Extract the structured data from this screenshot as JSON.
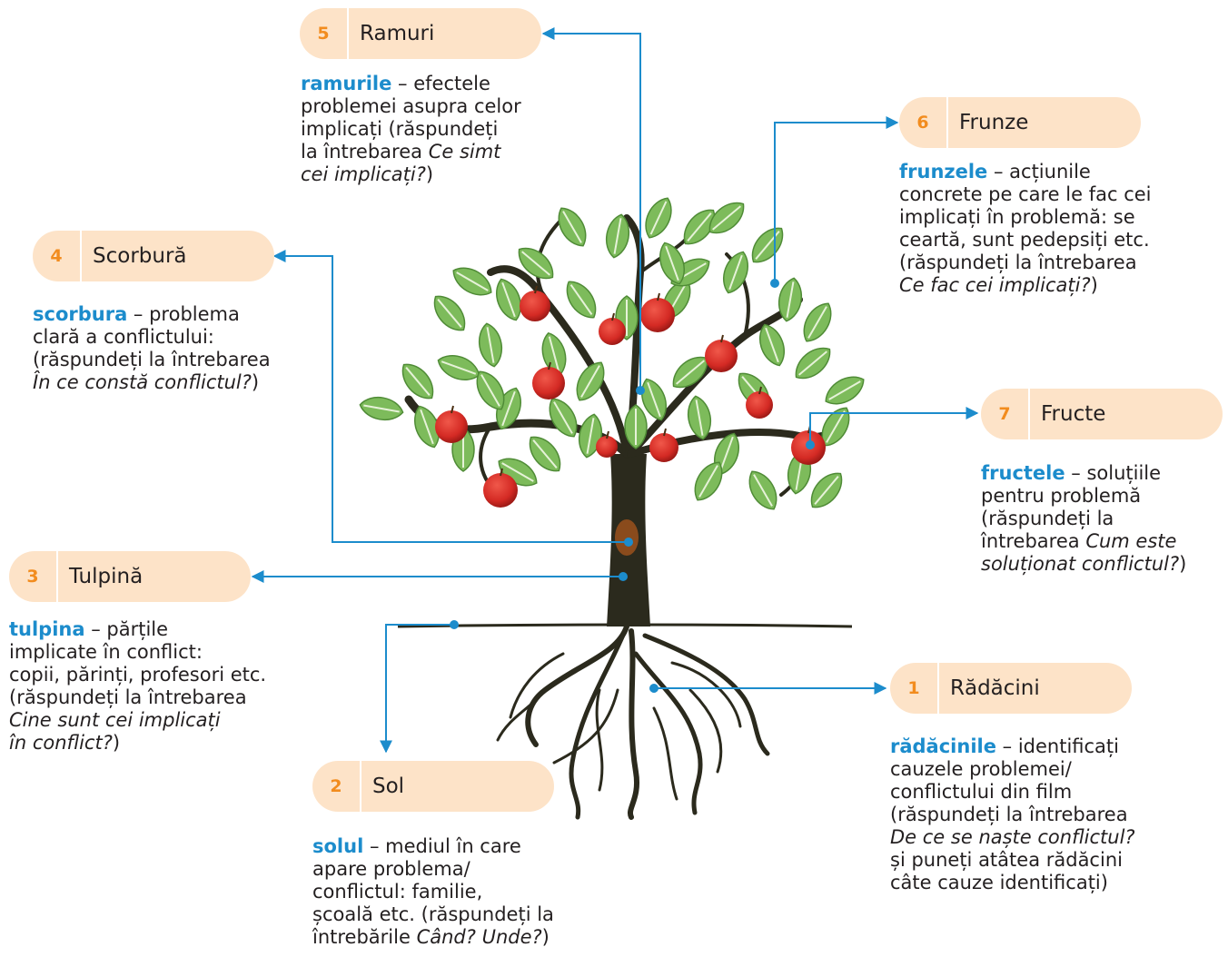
{
  "colors": {
    "pill_bg": "#fde3c8",
    "number": "#f28c1e",
    "keyword": "#1c8ccc",
    "leader_line": "#1c8ccc",
    "leaf": "#7dbb5b",
    "trunk": "#2b2a1d",
    "apple": "#d42a24"
  },
  "parts": {
    "branches": {
      "number": "5",
      "label": "Ramuri",
      "lines": [
        [
          {
            "t": "ramurile",
            "s": "kw"
          },
          {
            "t": " – efectele"
          }
        ],
        [
          {
            "t": "problemei asupra celor"
          }
        ],
        [
          {
            "t": "implicați (răspundeți"
          }
        ],
        [
          {
            "t": "la întrebarea "
          },
          {
            "t": "Ce simt",
            "s": "it"
          }
        ],
        [
          {
            "t": "cei implicați?",
            "s": "it"
          },
          {
            "t": ")"
          }
        ]
      ]
    },
    "leaves": {
      "number": "6",
      "label": "Frunze",
      "lines": [
        [
          {
            "t": "frunzele",
            "s": "kw"
          },
          {
            "t": " – acțiunile"
          }
        ],
        [
          {
            "t": "concrete pe care le fac cei"
          }
        ],
        [
          {
            "t": "implicați în problemă: se"
          }
        ],
        [
          {
            "t": "ceartă, sunt pedepsiți etc."
          }
        ],
        [
          {
            "t": "(răspundeți la întrebarea"
          }
        ],
        [
          {
            "t": "Ce fac cei implicați?",
            "s": "it"
          },
          {
            "t": ")"
          }
        ]
      ]
    },
    "hollow": {
      "number": "4",
      "label": "Scorbură",
      "lines": [
        [
          {
            "t": "scorbura",
            "s": "kw"
          },
          {
            "t": " – problema"
          }
        ],
        [
          {
            "t": "clară a conflictului:"
          }
        ],
        [
          {
            "t": "(răspundeți la întrebarea"
          }
        ],
        [
          {
            "t": "În ce constă conflictul?",
            "s": "it"
          },
          {
            "t": ")"
          }
        ]
      ]
    },
    "fruits": {
      "number": "7",
      "label": "Fructe",
      "lines": [
        [
          {
            "t": "fructele",
            "s": "kw"
          },
          {
            "t": " – soluțiile"
          }
        ],
        [
          {
            "t": "pentru problemă"
          }
        ],
        [
          {
            "t": "(răspundeți la"
          }
        ],
        [
          {
            "t": "întrebarea "
          },
          {
            "t": "Cum este",
            "s": "it"
          }
        ],
        [
          {
            "t": "soluționat conflictul?",
            "s": "it"
          },
          {
            "t": ")"
          }
        ]
      ]
    },
    "trunk": {
      "number": "3",
      "label": "Tulpină",
      "lines": [
        [
          {
            "t": "tulpina",
            "s": "kw"
          },
          {
            "t": " – părțile"
          }
        ],
        [
          {
            "t": "implicate în conflict:"
          }
        ],
        [
          {
            "t": "copii, părinți, profesori etc."
          }
        ],
        [
          {
            "t": "(răspundeți la întrebarea"
          }
        ],
        [
          {
            "t": "Cine sunt cei implicați",
            "s": "it"
          }
        ],
        [
          {
            "t": "în conflict?",
            "s": "it"
          },
          {
            "t": ")"
          }
        ]
      ]
    },
    "roots": {
      "number": "1",
      "label": "Rădăcini",
      "lines": [
        [
          {
            "t": "rădăcinile",
            "s": "kw"
          },
          {
            "t": " – identificați"
          }
        ],
        [
          {
            "t": "cauzele problemei/"
          }
        ],
        [
          {
            "t": "conflictului din film"
          }
        ],
        [
          {
            "t": "(răspundeți la întrebarea"
          }
        ],
        [
          {
            "t": "De ce se naște conflictul?",
            "s": "it"
          }
        ],
        [
          {
            "t": "și puneți atâtea rădăcini"
          }
        ],
        [
          {
            "t": "câte cauze identificați)"
          }
        ]
      ]
    },
    "soil": {
      "number": "2",
      "label": "Sol",
      "lines": [
        [
          {
            "t": "solul",
            "s": "kw"
          },
          {
            "t": " – mediul în care"
          }
        ],
        [
          {
            "t": "apare problema/"
          }
        ],
        [
          {
            "t": "conflictul: familie,"
          }
        ],
        [
          {
            "t": "școală etc. (răspundeți la"
          }
        ],
        [
          {
            "t": "întrebările "
          },
          {
            "t": "Când? Unde?",
            "s": "it"
          },
          {
            "t": ")"
          }
        ]
      ]
    }
  }
}
